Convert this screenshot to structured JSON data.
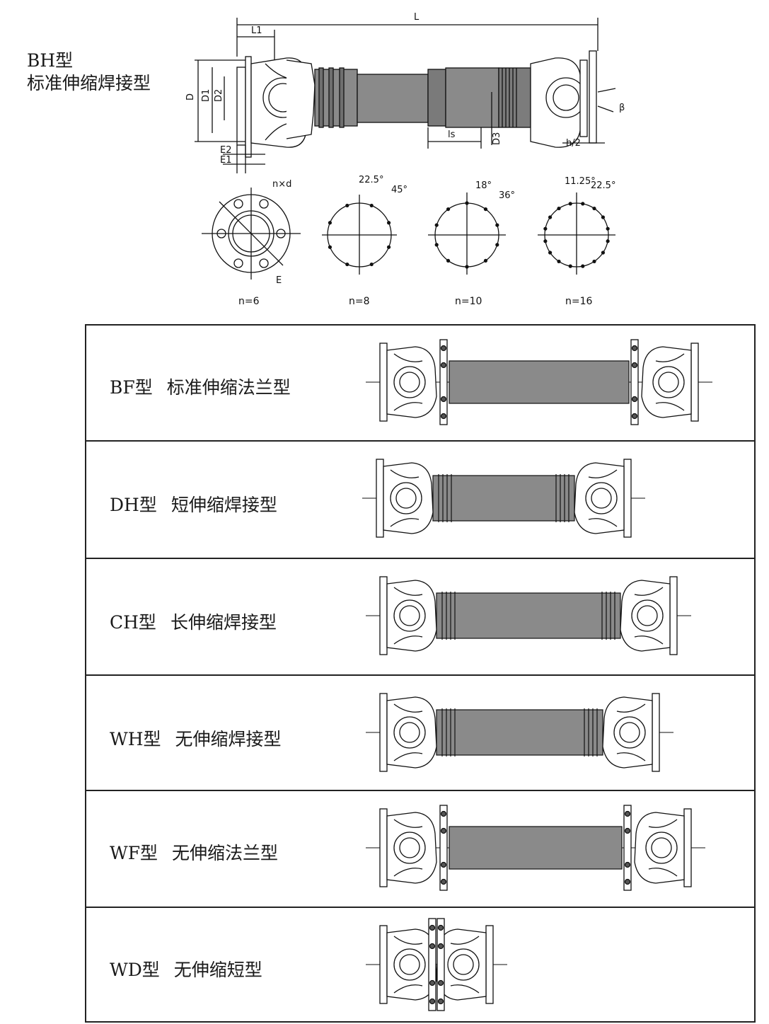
{
  "header": {
    "code": "BH型",
    "name": "标准伸缩焊接型"
  },
  "dimensions": {
    "L": "L",
    "L1": "L1",
    "D": "D",
    "D1": "D1",
    "D2": "D2",
    "D3": "D3",
    "E1": "E1",
    "E2": "E2",
    "ls": "ls",
    "h2": "h/2",
    "beta": "β",
    "nd": "n×d",
    "E": "E"
  },
  "bolt_patterns": [
    {
      "label": "n=6"
    },
    {
      "label": "n=8",
      "angle_a": "22.5°",
      "angle_b": "45°"
    },
    {
      "label": "n=10",
      "angle_a": "18°",
      "angle_b": "36°"
    },
    {
      "label": "n=16",
      "angle_a": "11.25°",
      "angle_b": "22.5°"
    }
  ],
  "types": [
    {
      "code": "BF型",
      "name": "标准伸缩法兰型"
    },
    {
      "code": "DH型",
      "name": "短伸缩焊接型"
    },
    {
      "code": "CH型",
      "name": "长伸缩焊接型"
    },
    {
      "code": "WH型",
      "name": "无伸缩焊接型"
    },
    {
      "code": "WF型",
      "name": "无伸缩法兰型"
    },
    {
      "code": "WD型",
      "name": "无伸缩短型"
    }
  ]
}
